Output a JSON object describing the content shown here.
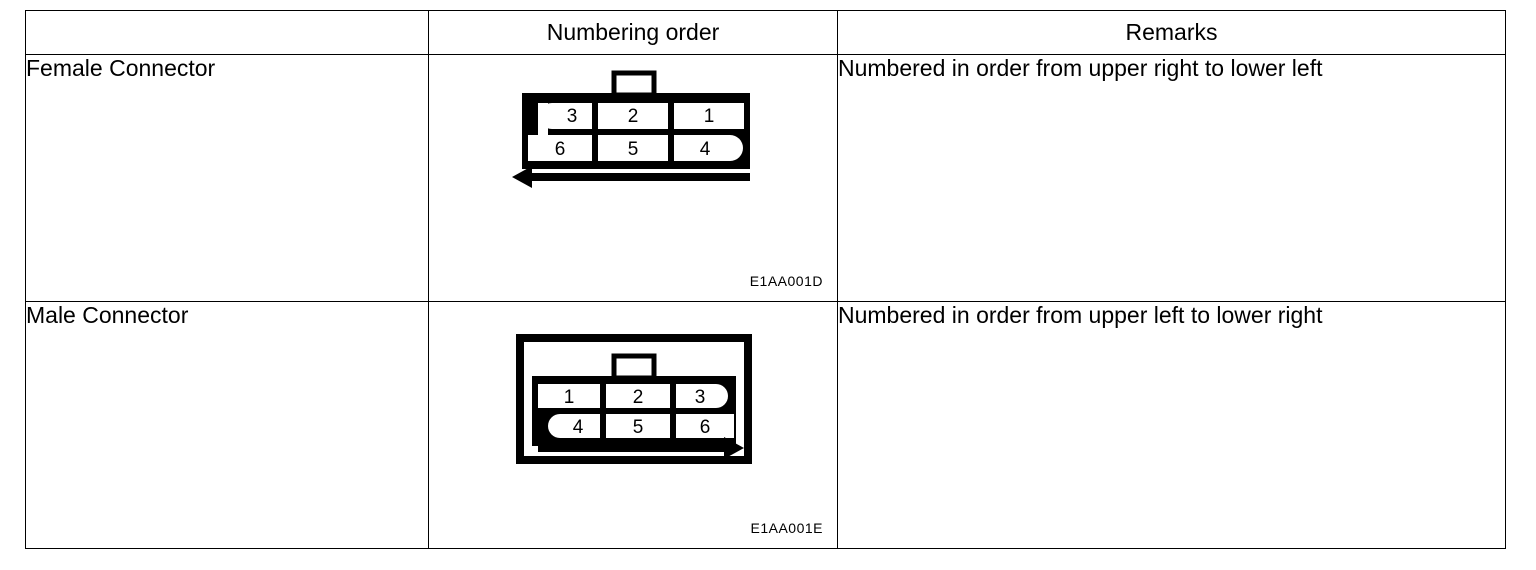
{
  "table": {
    "headers": {
      "type_column": "",
      "numbering_order": "Numbering order",
      "remarks": "Remarks"
    },
    "rows": [
      {
        "type_label": "Female Connector",
        "remark": "Numbered in order from upper right to lower left",
        "figure_id": "E1AA001D",
        "connector": {
          "kind": "female",
          "arrow_direction": "left",
          "rounded_pin": "3",
          "top_row_pins": [
            "3",
            "2",
            "1"
          ],
          "bottom_row_pins": [
            "6",
            "5",
            "4"
          ]
        }
      },
      {
        "type_label": "Male Connector",
        "remark": "Numbered in order from upper left to lower right",
        "figure_id": "E1AA001E",
        "connector": {
          "kind": "male",
          "arrow_direction": "right",
          "rounded_pin": "3",
          "top_row_pins": [
            "1",
            "2",
            "3"
          ],
          "bottom_row_pins": [
            "4",
            "5",
            "6"
          ]
        }
      }
    ]
  },
  "colors": {
    "ink": "#000000",
    "paper": "#ffffff"
  }
}
